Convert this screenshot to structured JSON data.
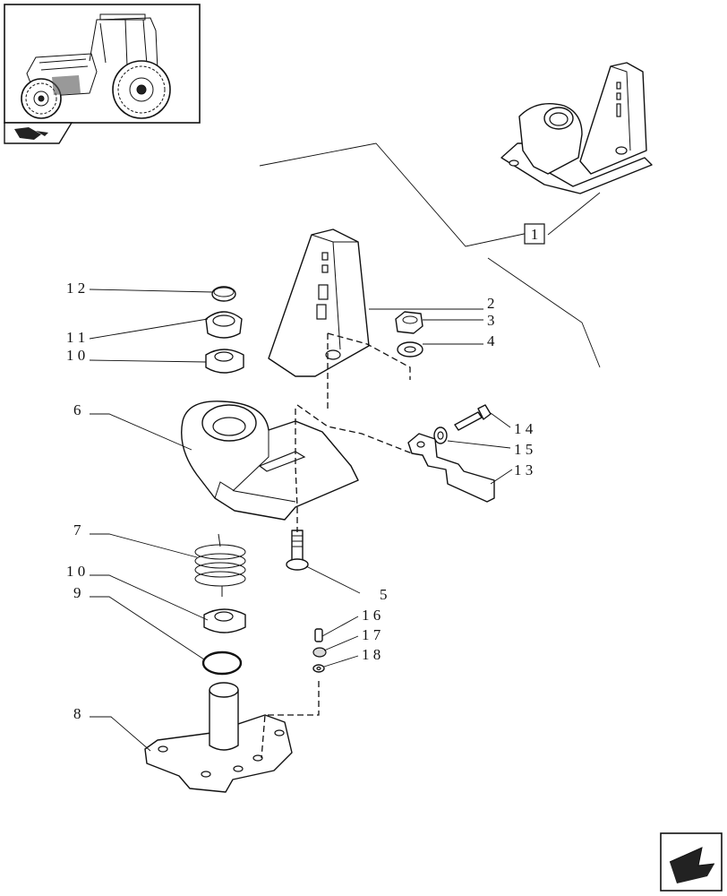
{
  "callouts": [
    {
      "id": "c1",
      "text": "1"
    },
    {
      "id": "c2",
      "text": "2"
    },
    {
      "id": "c3",
      "text": "3"
    },
    {
      "id": "c4",
      "text": "4"
    },
    {
      "id": "c5",
      "text": "5"
    },
    {
      "id": "c6",
      "text": "6"
    },
    {
      "id": "c7",
      "text": "7"
    },
    {
      "id": "c8",
      "text": "8"
    },
    {
      "id": "c9",
      "text": "9"
    },
    {
      "id": "c10a",
      "text": "1 0"
    },
    {
      "id": "c10b",
      "text": "1 0"
    },
    {
      "id": "c11",
      "text": "1 1"
    },
    {
      "id": "c12",
      "text": "1 2"
    },
    {
      "id": "c13",
      "text": "1 3"
    },
    {
      "id": "c14",
      "text": "1 4"
    },
    {
      "id": "c15",
      "text": "1 5"
    },
    {
      "id": "c16",
      "text": "1 6"
    },
    {
      "id": "c17",
      "text": "1 7"
    },
    {
      "id": "c18",
      "text": "1 8"
    }
  ],
  "icons": {
    "thumbnail": "tractor-thumbnail-icon",
    "book": "catalog-book-icon",
    "next": "next-page-arrow-icon"
  }
}
